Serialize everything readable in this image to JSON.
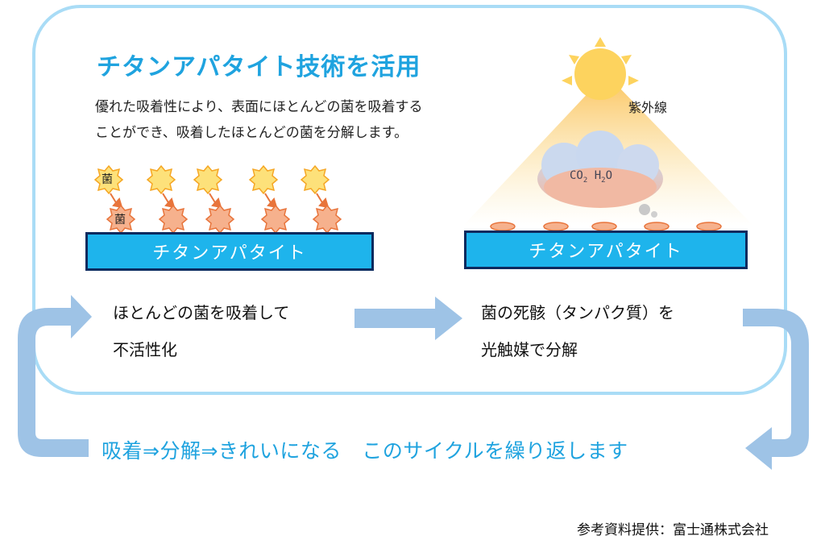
{
  "title": "チタンアパタイト技術を活用",
  "description": [
    "優れた吸着性により、表面にほとんどの菌を吸着する",
    "ことができ、吸着したほとんどの菌を分解します。"
  ],
  "left_panel": {
    "germ_label_top": "菌",
    "germ_label_bottom": "菌",
    "bar_label": "チタンアパタイト",
    "caption": [
      "ほとんどの菌を吸着して",
      "不活性化"
    ]
  },
  "right_panel": {
    "uv_label": "紫外線",
    "cloud_co2": "CO",
    "cloud_co2_sub": "2",
    "cloud_h2o": "H",
    "cloud_h2o_sub": "2",
    "cloud_h2o_tail": "O",
    "bar_label": "チタンアパタイト",
    "caption": [
      "菌の死骸（タンパク質）を",
      "光触媒で分解"
    ]
  },
  "cycle_text": "吸着⇒分解⇒きれいになる　このサイクルを繰り返します",
  "credit": "参考資料提供：富士通株式会社",
  "colors": {
    "frame": "#a9dcf6",
    "accent_blue": "#1fa3df",
    "bar_fill": "#1eb4ec",
    "bar_border": "#0d2a5e",
    "arrow_blue": "#9ec3e6",
    "germ_yellow": "#fde17a",
    "germ_orange": "#f6b18d",
    "sun": "#fdd35e"
  }
}
